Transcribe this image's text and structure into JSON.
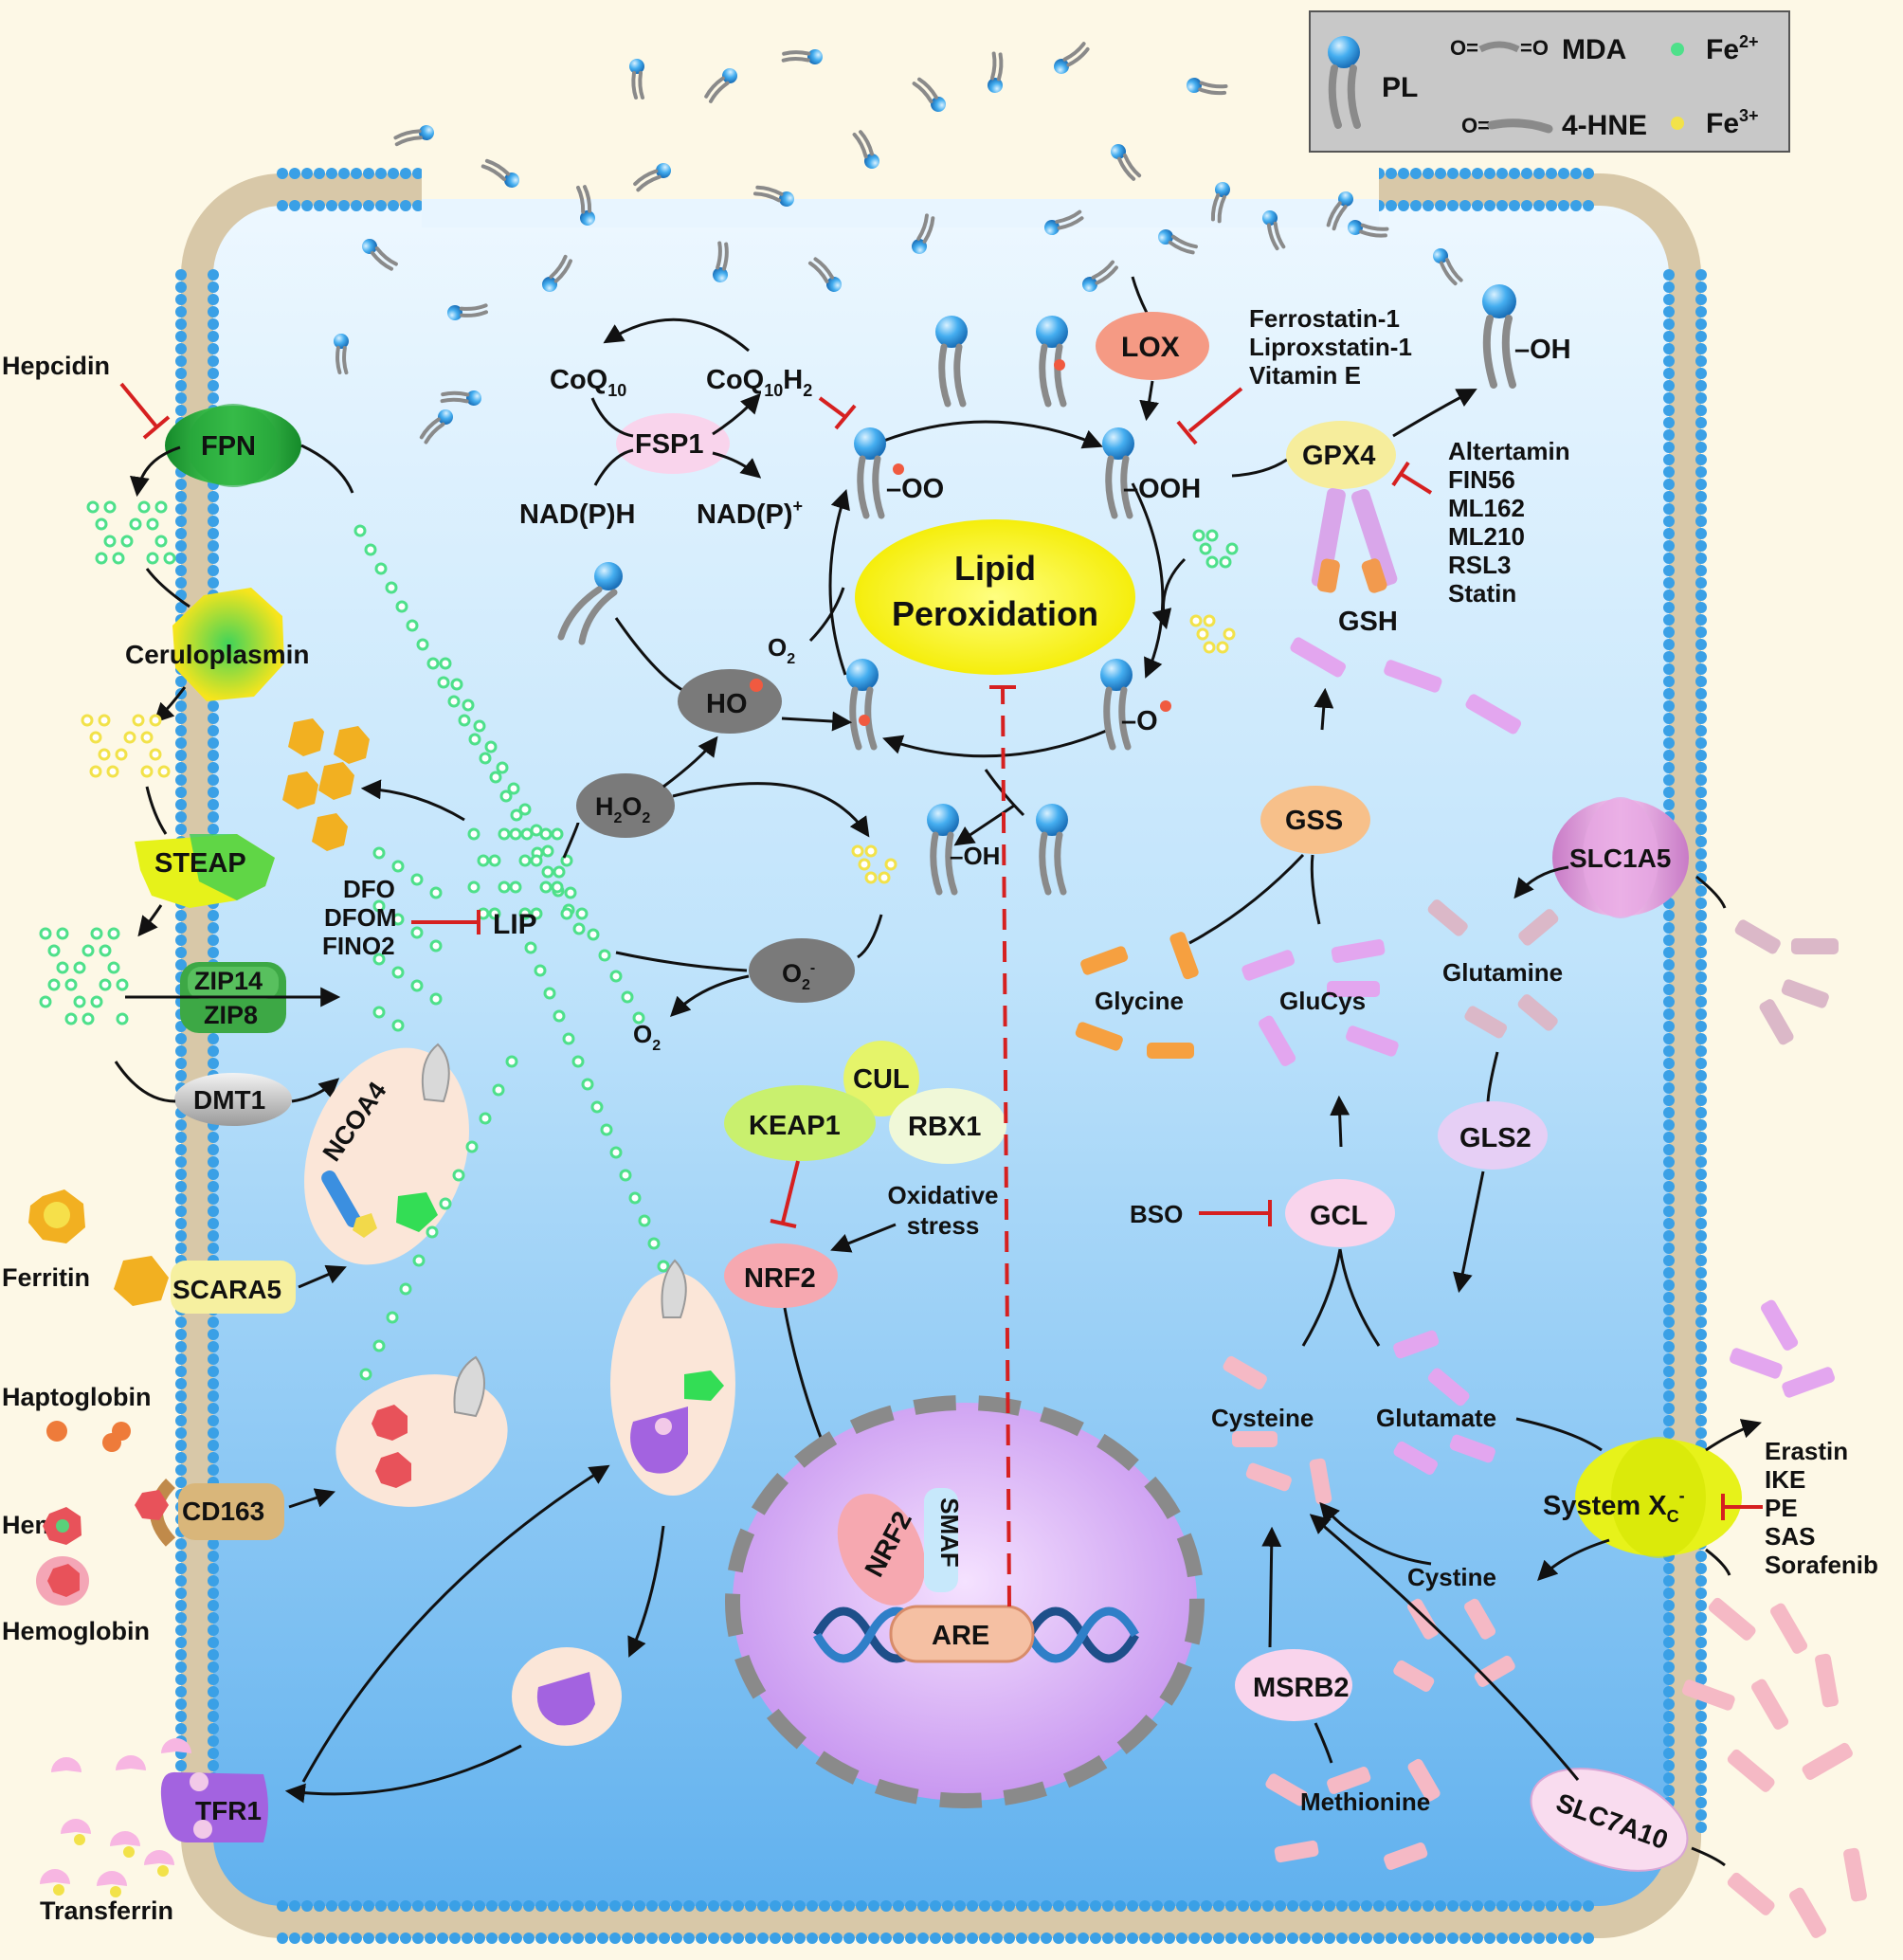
{
  "colors": {
    "background": "#fdf8e6",
    "cell_top": "#e8f5ff",
    "cell_bottom": "#6ab8f2",
    "membrane_head": "#3aa0e6",
    "fe2": "#4ee08a",
    "fe3": "#f2e24a",
    "inhibit": "#d62020",
    "arrow": "#111111"
  },
  "legend": {
    "pl": "PL",
    "mda": "MDA",
    "hne": "4-HNE",
    "fe2": "Fe",
    "fe2_sup": "2+",
    "fe3": "Fe",
    "fe3_sup": "3+"
  },
  "left_side": {
    "hepcidin": "Hepcidin",
    "fpn": "FPN",
    "ceruloplasmin": "Ceruloplasmin",
    "steap": "STEAP",
    "zip14": "ZIP14",
    "zip8": "ZIP8",
    "dmt1": "DMT1",
    "ncoa4": "NCOA4",
    "ferritin": "Ferritin",
    "scara5": "SCARA5",
    "haptoglobin": "Haptoglobin",
    "heme": "Heme",
    "cd163": "CD163",
    "hemoglobin": "Hemoglobin",
    "tfr1": "TFR1",
    "transferrin": "Transferrin"
  },
  "iron_pool": {
    "lip": "LIP",
    "chelators": [
      "DFO",
      "DFOM",
      "FINO2"
    ]
  },
  "fsp1_axis": {
    "coq10": "CoQ",
    "coq10_sub": "10",
    "coq10h2": "CoQ",
    "coq10h2_sub": "10",
    "coq10h2_h": "H",
    "coq10h2_h_sub": "2",
    "fsp1": "FSP1",
    "nadph": "NAD(P)H",
    "nadp": "NAD(P)",
    "nadp_sup": "+"
  },
  "peroxidation": {
    "center": [
      "Lipid",
      "Peroxidation"
    ],
    "loo": "–OO",
    "looh": "–OOH",
    "lo": "–O",
    "loh": "–OH",
    "o2_a": "O",
    "o2_a_sub": "2",
    "ho": "HO",
    "h2o2": [
      "H",
      "2",
      "O",
      "2"
    ],
    "o2_radical": "O",
    "o2_radical_sub": "2",
    "o2_radical_sup": "-",
    "o2_b": "O",
    "o2_b_sub": "2",
    "lox": "LOX",
    "lox_inhibitors": [
      "Ferrostatin-1",
      "Liproxstatin-1",
      "Vitamin E"
    ],
    "pl_oh": "–OH"
  },
  "gpx4_axis": {
    "gpx4": "GPX4",
    "gsh": "GSH",
    "gpx4_inhibitors": [
      "Altertamin",
      "FIN56",
      "ML162",
      "ML210",
      "RSL3",
      "Statin"
    ],
    "gss": "GSS",
    "glycine": "Glycine",
    "glucys": "GluCys",
    "gcl": "GCL",
    "bso": "BSO",
    "cysteine": "Cysteine",
    "glutamate": "Glutamate",
    "glutamine": "Glutamine",
    "gls2": "GLS2",
    "slc1a5": "SLC1A5",
    "system_xc": "System X",
    "system_xc_sub": "C",
    "system_xc_sup": "-",
    "xc_inhibitors": [
      "Erastin",
      "IKE",
      "PE",
      "SAS",
      "Sorafenib"
    ],
    "cystine": "Cystine",
    "msrb2": "MSRB2",
    "methionine": "Methionine",
    "slc7a10": "SLC7A10"
  },
  "nrf2_axis": {
    "cul": "CUL",
    "keap1": "KEAP1",
    "rbx1": "RBX1",
    "oxidative_stress": [
      "Oxidative",
      "stress"
    ],
    "nrf2": "NRF2",
    "nrf2_nuclear": "NRF2",
    "smaf": "SMAF",
    "are": "ARE"
  }
}
